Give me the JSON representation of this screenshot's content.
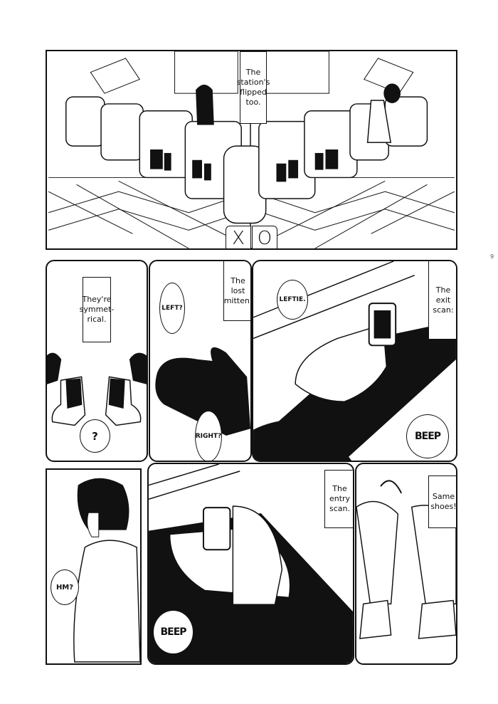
{
  "page_number": "9",
  "panel_1": {
    "caption": "The station's flipped too.",
    "symbols": {
      "x": "X",
      "o": "O"
    }
  },
  "panel_2": {
    "caption": "They're symmet-rical.",
    "bubble": "?"
  },
  "panel_3": {
    "caption": "The lost mitten.",
    "bubble_top": "LEFT?",
    "bubble_bottom": "RIGHT?"
  },
  "panel_4": {
    "caption": "The exit scan:",
    "bubble": "LEFTIE.",
    "sfx": "BEEP"
  },
  "panel_5": {
    "bubble": "HM?"
  },
  "panel_6": {
    "caption": "The entry scan.",
    "sfx": "BEEP"
  },
  "panel_7": {
    "caption": "Same shoes!"
  }
}
